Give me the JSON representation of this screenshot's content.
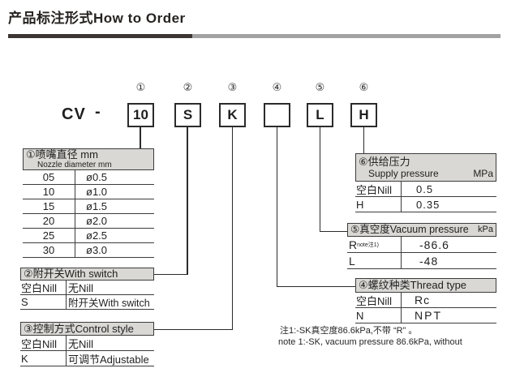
{
  "title": "产品标注形式How to Order",
  "code": {
    "prefix": "CV",
    "separator": "-",
    "positions": [
      {
        "index": "①",
        "value": "10"
      },
      {
        "index": "②",
        "value": "S"
      },
      {
        "index": "③",
        "value": "K"
      },
      {
        "index": "④",
        "value": ""
      },
      {
        "index": "⑤",
        "value": "L"
      },
      {
        "index": "⑥",
        "value": "H"
      }
    ]
  },
  "tables": {
    "nozzle": {
      "title_cn": "①喷嘴直径  mm",
      "title_en": "Nozzle diameter  mm",
      "rows": [
        [
          "05",
          "ø0.5"
        ],
        [
          "10",
          "ø1.0"
        ],
        [
          "15",
          "ø1.5"
        ],
        [
          "20",
          "ø2.0"
        ],
        [
          "25",
          "ø2.5"
        ],
        [
          "30",
          "ø3.0"
        ]
      ]
    },
    "switch": {
      "title": "②附开关With switch",
      "rows": [
        [
          "空白Nill",
          "无Nill"
        ],
        [
          "S",
          "附开关With switch"
        ]
      ]
    },
    "control": {
      "title": "③控制方式Control style",
      "rows": [
        [
          "空白Nill",
          "无Nill"
        ],
        [
          "K",
          "可调节Adjustable"
        ]
      ]
    },
    "thread": {
      "title": "④螺纹种类Thread type",
      "rows": [
        [
          "空白Nill",
          "Rc"
        ],
        [
          "N",
          "NPT"
        ]
      ]
    },
    "vacuum": {
      "title": "⑤真空度Vacuum pressure",
      "unit": "kPa",
      "r_subscript": "note注1)",
      "rows": [
        [
          "R",
          "-86.6"
        ],
        [
          "L",
          "-48"
        ]
      ]
    },
    "supply": {
      "title_cn": "⑥供给压力",
      "title_en": "Supply pressure",
      "unit": "MPa",
      "rows": [
        [
          "空白Nill",
          "0.5"
        ],
        [
          "H",
          "0.35"
        ]
      ]
    }
  },
  "note": {
    "line1": "注1:-SK真空度86.6kPa,不带 “R” 。",
    "line2": "note 1:-SK, vacuum pressure 86.6kPa, without"
  },
  "colors": {
    "rule_dark": "#3b3533",
    "rule_gray": "#a2a2a2",
    "table_header_bg": "#d9d8d4",
    "border": "#3c3c3c",
    "text": "#1f1f1f"
  }
}
